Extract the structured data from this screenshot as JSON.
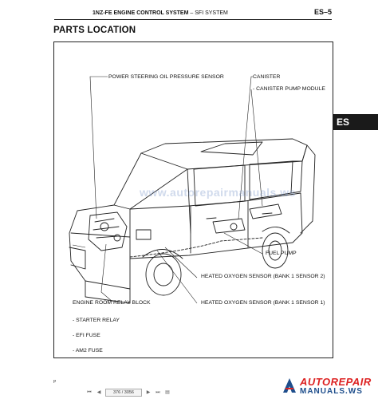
{
  "header": {
    "title_main": "1NZ-FE ENGINE CONTROL SYSTEM",
    "title_sep": "–",
    "title_sub": "SFI SYSTEM",
    "page_code": "ES–5"
  },
  "section_title": "PARTS LOCATION",
  "side_tab": "ES",
  "labels": {
    "power_steering": "POWER STEERING OIL PRESSURE SENSOR",
    "canister": "CANISTER",
    "canister_pump": "- CANISTER PUMP MODULE",
    "fuel_pump": "FUEL PUMP",
    "ho2_s2": "HEATED OXYGEN SENSOR (BANK 1 SENSOR 2)",
    "ho2_s1": "HEATED OXYGEN SENSOR (BANK 1 SENSOR 1)",
    "relay_block": "ENGINE ROOM RELAY BLOCK",
    "starter_relay": "- STARTER RELAY",
    "efi_fuse": "- EFI FUSE",
    "am2_fuse": "- AM2 FUSE"
  },
  "watermark": "www.autorepairmanuals.ws",
  "footer": {
    "page_marker": "P",
    "page_field": "376 / 3056"
  },
  "brand": {
    "line1": "AUTOREPAIR",
    "line2": "MANUALS.WS",
    "color_red": "#d22222",
    "color_blue": "#1e4e8c"
  },
  "icons": {
    "first": "first-page-icon",
    "prev": "prev-page-icon",
    "next": "next-page-icon",
    "last": "last-page-icon",
    "save": "save-icon"
  }
}
